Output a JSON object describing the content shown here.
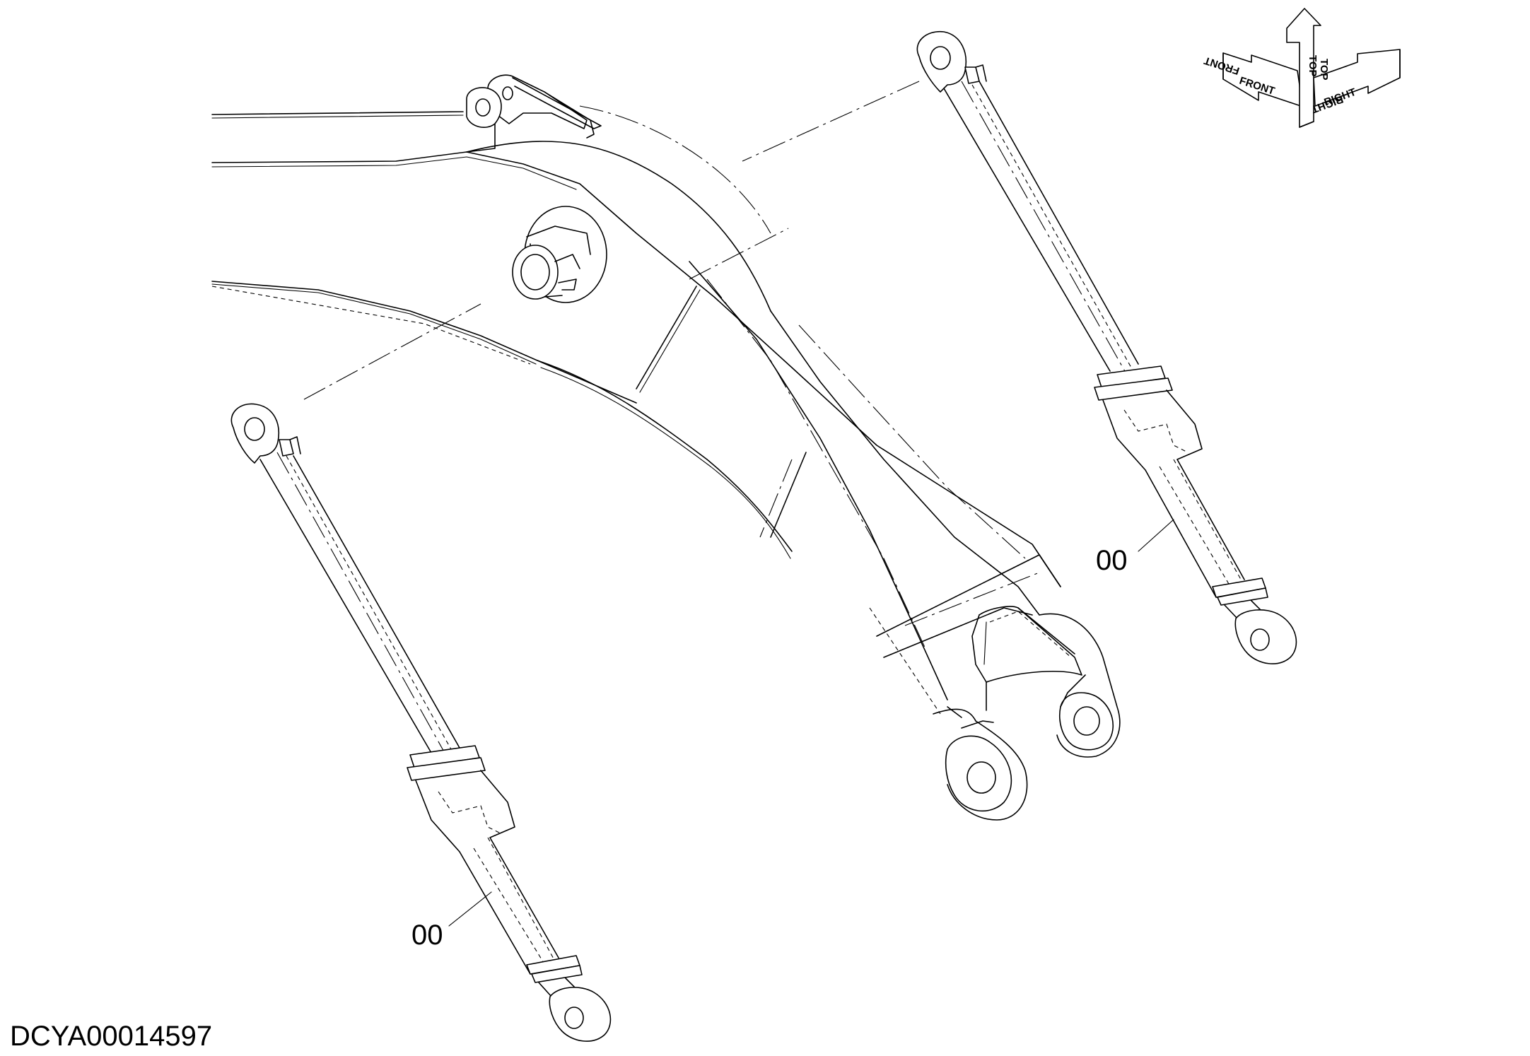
{
  "drawing": {
    "id": "DCYA00014597",
    "subject": "boom with two hydraulic cylinders"
  },
  "callouts": [
    {
      "id": "right-cylinder",
      "text": "00"
    },
    {
      "id": "left-cylinder",
      "text": "00"
    }
  ],
  "orientation_icon": {
    "front": "FRONT",
    "top": "TOP",
    "right": "RIGHT"
  }
}
